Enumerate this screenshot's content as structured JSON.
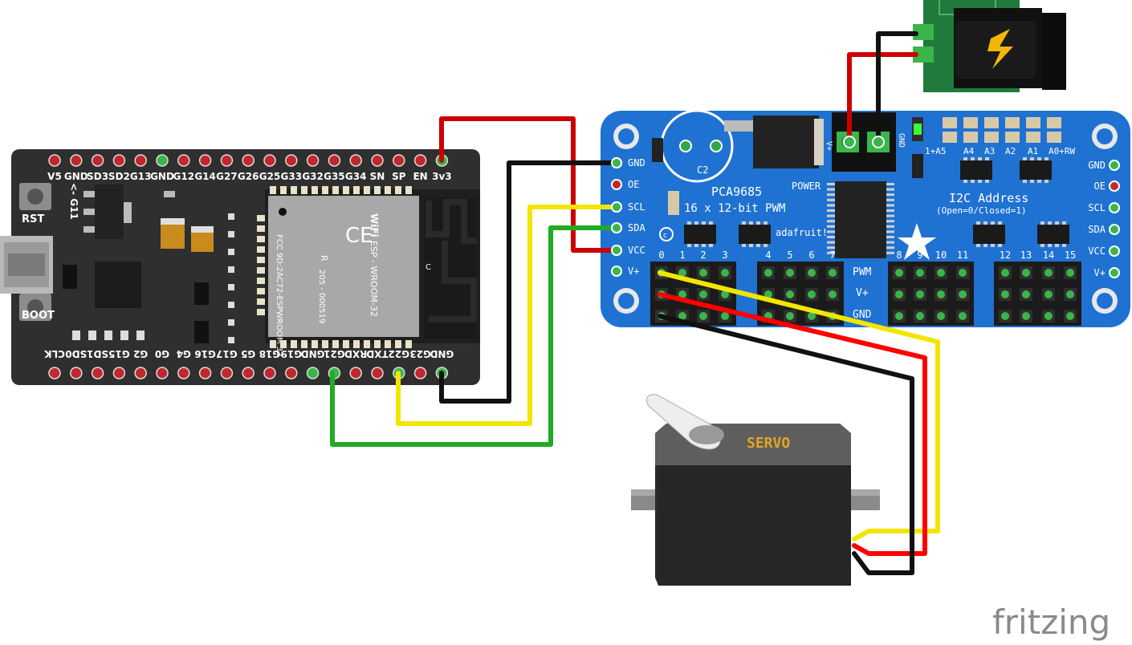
{
  "esp32": {
    "top_pins": [
      "V5",
      "GND",
      "SD3",
      "SD2",
      "G13",
      "GND",
      "G12",
      "G14",
      "G27",
      "G26",
      "G25",
      "G33",
      "G32",
      "G35",
      "G34",
      "SN",
      "SP",
      "EN",
      "3v3"
    ],
    "bottom_pins": [
      "CLK",
      "SD0",
      "SD1",
      "G15",
      "G2",
      "G0",
      "G4",
      "G16",
      "G17",
      "G5",
      "G18",
      "G19",
      "GND",
      "G21",
      "RXD",
      "TXD",
      "G22",
      "G23",
      "GND"
    ],
    "rst_label": "RST",
    "boot_label": "BOOT",
    "g11_label": "<- G11",
    "module_name": "ESP - WROOM-32",
    "fcc_text": "FCC 9D:2AC72-ESPWROOM 32",
    "cert_text": "205 - 000519",
    "r_mark": "R",
    "wifi_mark": "WiFi",
    "antenna_label": "C"
  },
  "pca9685": {
    "title": "PCA9685",
    "subtitle": "16 x 12-bit PWM",
    "cap_label": "C2",
    "power_label": "POWER",
    "vplus_term": "V+",
    "gnd_term": "GND",
    "brand": "adafruit!",
    "i2c_title": "I2C Address",
    "i2c_sub": "(Open=0/Closed=1)",
    "addr_labels": [
      "1+A5",
      "A4",
      "A3",
      "A2",
      "A1",
      "A0+RW"
    ],
    "left_pins": [
      "GND",
      "OE",
      "SCL",
      "SDA",
      "VCC",
      "V+"
    ],
    "right_pins": [
      "GND",
      "OE",
      "SCL",
      "SDA",
      "VCC",
      "V+"
    ],
    "channels": [
      "0",
      "1",
      "2",
      "3",
      "4",
      "5",
      "6",
      "7",
      "8",
      "9",
      "10",
      "11",
      "12",
      "13",
      "14",
      "15"
    ],
    "row_labels": [
      "PWM",
      "V+",
      "GND"
    ]
  },
  "servo": {
    "label": "SERVO"
  },
  "watermark": "fritzing",
  "colors": {
    "esp_board": "#2d2d2d",
    "pca_board": "#1f72d1",
    "power_board": "#1a7a3a",
    "wire_red": "#cc0000",
    "wire_black": "#111111",
    "wire_yellow": "#f2e600",
    "wire_green": "#22aa22"
  }
}
